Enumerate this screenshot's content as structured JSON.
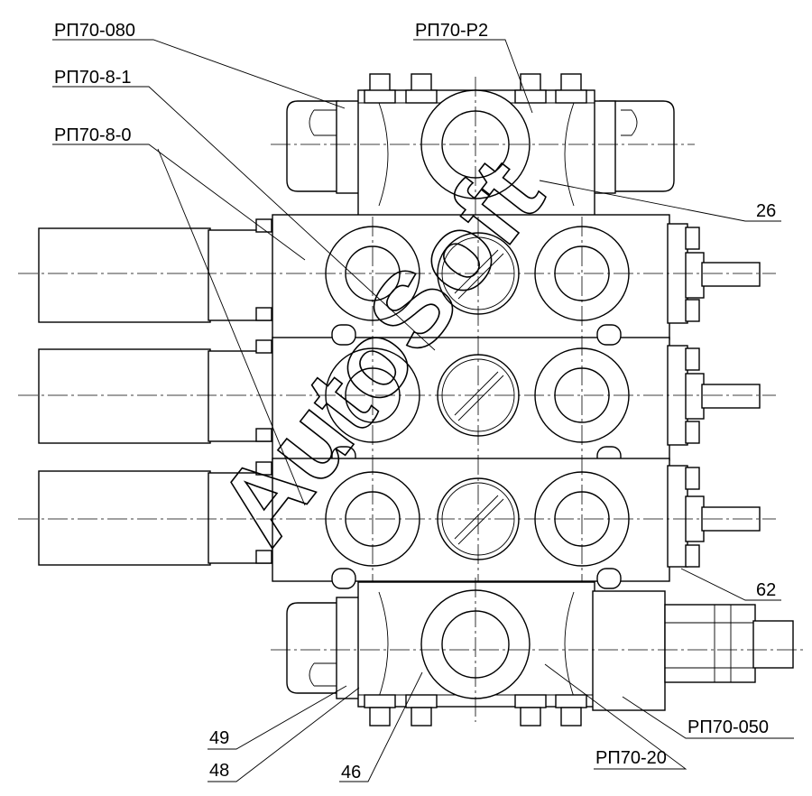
{
  "labels": {
    "rp70_080": "РП70-080",
    "rp70_p2": "РП70-Р2",
    "rp70_8_1": "РП70-8-1",
    "rp70_8_0": "РП70-8-0",
    "n26": "26",
    "n62": "62",
    "rp70_050": "РП70-050",
    "n49": "49",
    "n48": "48",
    "n46": "46",
    "rp70_20": "РП70-20"
  },
  "watermark": "AutoSoft"
}
